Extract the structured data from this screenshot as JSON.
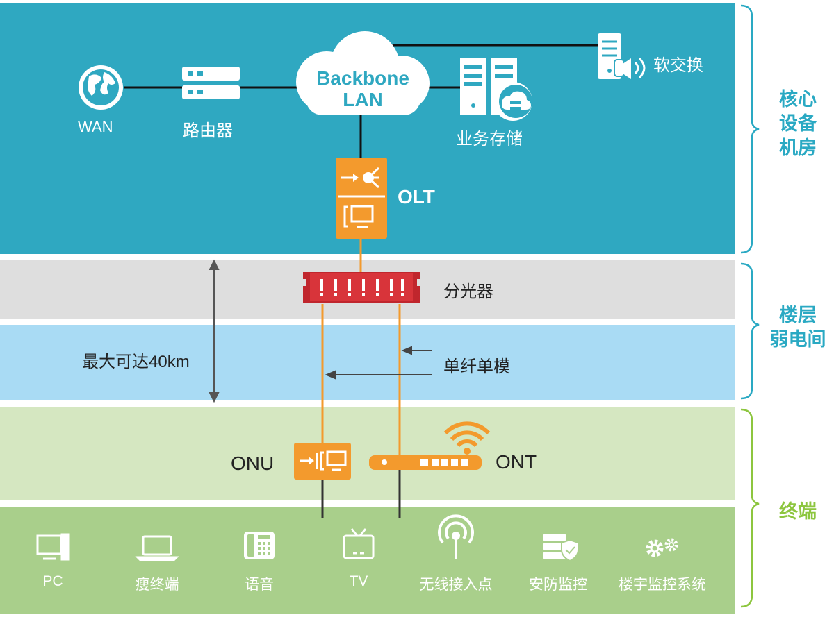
{
  "zones": {
    "core": {
      "label": [
        "核心",
        "设备",
        "机房"
      ],
      "color": "#2fa8c1",
      "label_color": "#2aa9c3"
    },
    "floor": {
      "label": [
        "楼层",
        "弱电间"
      ],
      "color_top": "#dedede",
      "color_bottom": "#a9dbf4",
      "label_color": "#2aa9c3"
    },
    "terminal": {
      "label": "终端",
      "color_top": "#d5e7c1",
      "color_bottom": "#a9cf8b",
      "label_color": "#8dc63f"
    }
  },
  "core": {
    "wan": "WAN",
    "router": "路由器",
    "backbone_line1": "Backbone",
    "backbone_line2": "LAN",
    "storage": "业务存储",
    "softswitch": "软交换",
    "olt": "OLT"
  },
  "floor": {
    "splitter": "分光器",
    "distance": "最大可达40km",
    "fiber": "单纤单模"
  },
  "access": {
    "onu": "ONU",
    "ont": "ONT"
  },
  "terminals": [
    {
      "label": "PC",
      "icon": "pc-icon"
    },
    {
      "label": "瘦终端",
      "icon": "laptop-icon"
    },
    {
      "label": "语音",
      "icon": "phone-icon"
    },
    {
      "label": "TV",
      "icon": "tv-icon"
    },
    {
      "label": "无线接入点",
      "icon": "wireless-ap-icon"
    },
    {
      "label": "安防监控",
      "icon": "security-server-icon"
    },
    {
      "label": "楼宇监控系统",
      "icon": "gears-icon"
    }
  ],
  "colors": {
    "orange": "#f39a2d",
    "red": "#c0262d",
    "teal": "#2fa8c1"
  }
}
